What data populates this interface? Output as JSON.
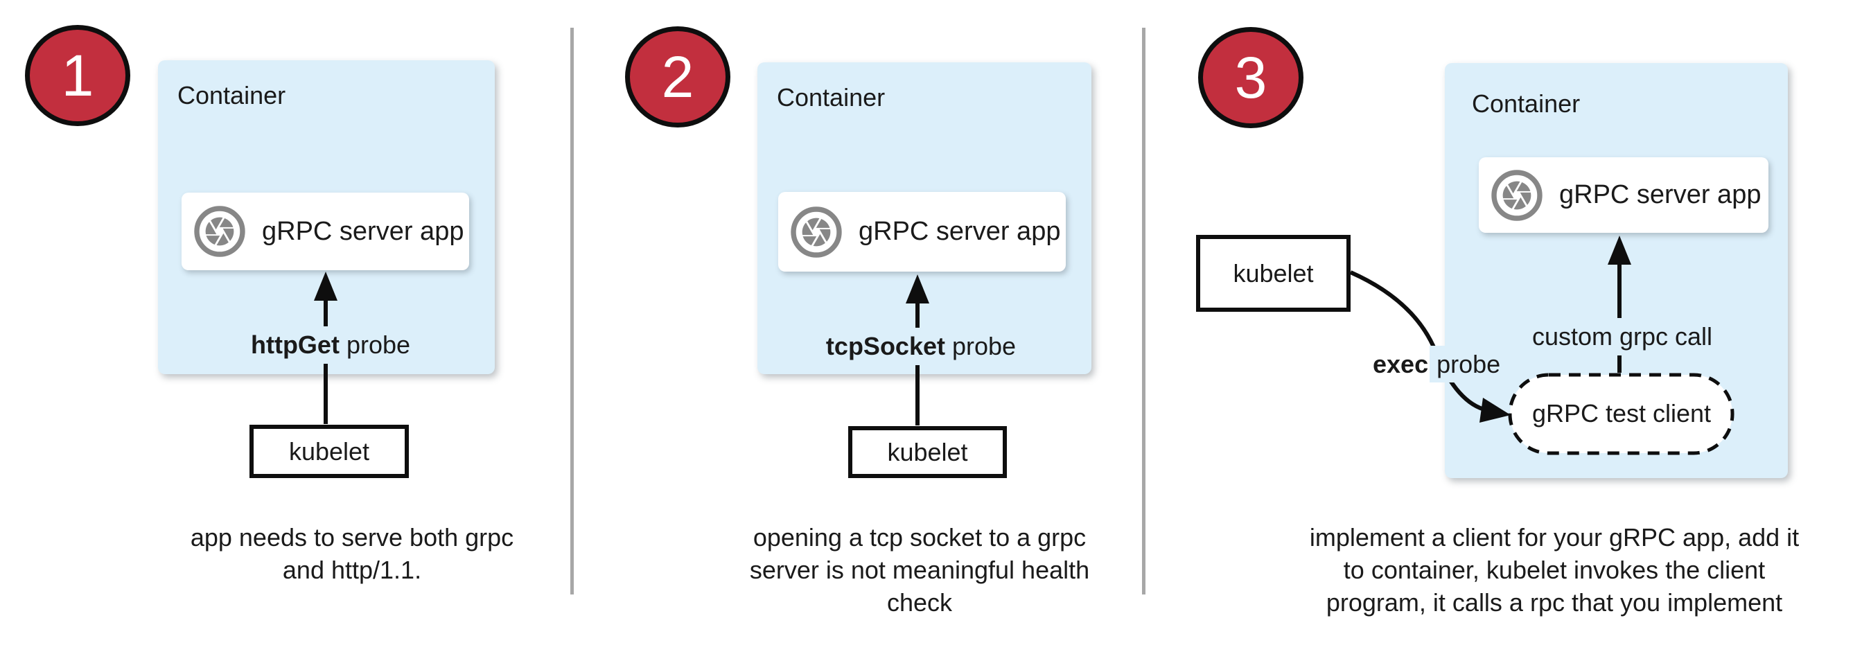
{
  "colors": {
    "badge_fill": "#C22F3E",
    "container_fill": "#DCEFFA",
    "divider": "#A7A7A7",
    "icon_gray": "#878787",
    "ink": "#0E0E0E"
  },
  "panels": [
    {
      "badge": "1",
      "container_label": "Container",
      "app_label": "gRPC server app",
      "probe_bold": "httpGet",
      "probe_rest": " probe",
      "kubelet_label": "kubelet",
      "caption_lines": [
        "app needs to serve both grpc",
        "and http/1.1."
      ]
    },
    {
      "badge": "2",
      "container_label": "Container",
      "app_label": "gRPC server app",
      "probe_bold": "tcpSocket",
      "probe_rest": " probe",
      "kubelet_label": "kubelet",
      "caption_lines": [
        "opening a tcp socket to a grpc",
        "server is not meaningful health",
        "check"
      ]
    },
    {
      "badge": "3",
      "container_label": "Container",
      "app_label": "gRPC server app",
      "probe_bold": "exec",
      "probe_rest": " probe",
      "kubelet_label": "kubelet",
      "custom_call_label": "custom grpc call",
      "test_client_label": "gRPC test client",
      "caption_lines": [
        "implement a client for your gRPC app, add it",
        "to container, kubelet invokes the client",
        "program, it calls a rpc that you implement"
      ]
    }
  ]
}
